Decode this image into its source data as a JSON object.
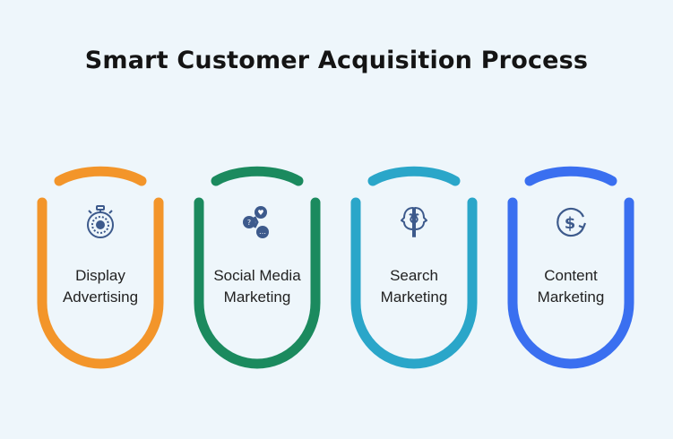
{
  "title": "Smart Customer Acquisition Process",
  "steps": [
    {
      "line1": "Display",
      "line2": "Advertising",
      "color": "#f3952a",
      "icon": "stopwatch-icon"
    },
    {
      "line1": "Social Media",
      "line2": "Marketing",
      "color": "#1b8a5e",
      "icon": "social-chat-icon"
    },
    {
      "line1": "Search",
      "line2": "Marketing",
      "color": "#2aa6c9",
      "icon": "search-heads-icon"
    },
    {
      "line1": "Content",
      "line2": "Marketing",
      "color": "#3a6ff0",
      "icon": "dollar-refresh-icon"
    }
  ],
  "icon_color": "#3d5a8c"
}
